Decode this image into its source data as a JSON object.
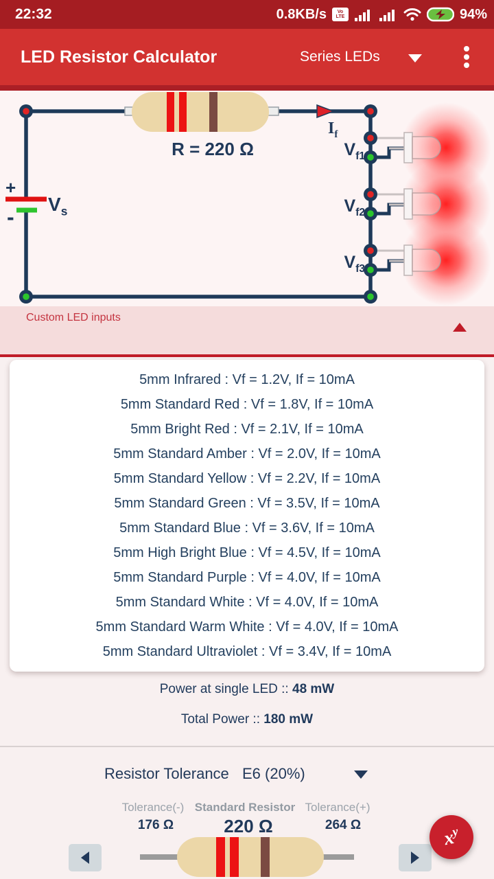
{
  "status_bar": {
    "time": "22:32",
    "data_speed": "0.8KB/s",
    "volte_line1": "Vo",
    "volte_line2": "LTE",
    "battery_percent": "94%"
  },
  "app_bar": {
    "title": "LED Resistor Calculator",
    "mode": "Series LEDs"
  },
  "circuit": {
    "resistor_label": "R = 220 Ω",
    "current_base": "I",
    "current_sub": "f",
    "source_base": "V",
    "source_sub": "s",
    "plus": "+",
    "minus": "-",
    "led1_base": "V",
    "led1_sub": "f1",
    "led2_base": "V",
    "led2_sub": "f2",
    "led3_base": "V",
    "led3_sub": "f3"
  },
  "custom_panel": {
    "title": "Custom LED inputs"
  },
  "led_list": {
    "items": [
      "5mm Infrared : Vf = 1.2V, If = 10mA",
      "5mm Standard Red : Vf = 1.8V, If = 10mA",
      "5mm Bright Red : Vf = 2.1V, If = 10mA",
      "5mm Standard Amber : Vf = 2.0V, If = 10mA",
      "5mm Standard Yellow : Vf = 2.2V, If = 10mA",
      "5mm Standard Green : Vf = 3.5V, If = 10mA",
      "5mm Standard Blue : Vf = 3.6V, If = 10mA",
      "5mm High Bright Blue : Vf = 4.5V, If = 10mA",
      "5mm Standard Purple : Vf = 4.0V, If = 10mA",
      "5mm Standard White : Vf = 4.0V, If = 10mA",
      "5mm Standard Warm White : Vf = 4.0V, If = 10mA",
      "5mm Standard Ultraviolet : Vf = 3.4V, If = 10mA"
    ]
  },
  "power": {
    "single_label": "Power at single LED :: ",
    "single_value": "48 mW",
    "total_label": "Total Power :: ",
    "total_value": "180 mW"
  },
  "tolerance": {
    "label": "Resistor Tolerance",
    "selected": "E6 (20%)",
    "minus_label": "Tolerance(-)",
    "minus_value": "176 Ω",
    "standard_label": "Standard Resistor",
    "standard_value": "220 Ω",
    "plus_label": "Tolerance(+)",
    "plus_value": "264 Ω"
  },
  "fab": {
    "base": "x",
    "sup": "y"
  },
  "colors": {
    "status_bar": "#a51d22",
    "app_bar": "#d23230",
    "accent_red": "#c01c28",
    "navy": "#21395a",
    "wire": "#1e3a59",
    "node_red": "#e02525",
    "node_green": "#2cc52c",
    "resistor_body": "#ecd7a8",
    "band_red": "#ec1313",
    "band_brown": "#7b4a42"
  }
}
